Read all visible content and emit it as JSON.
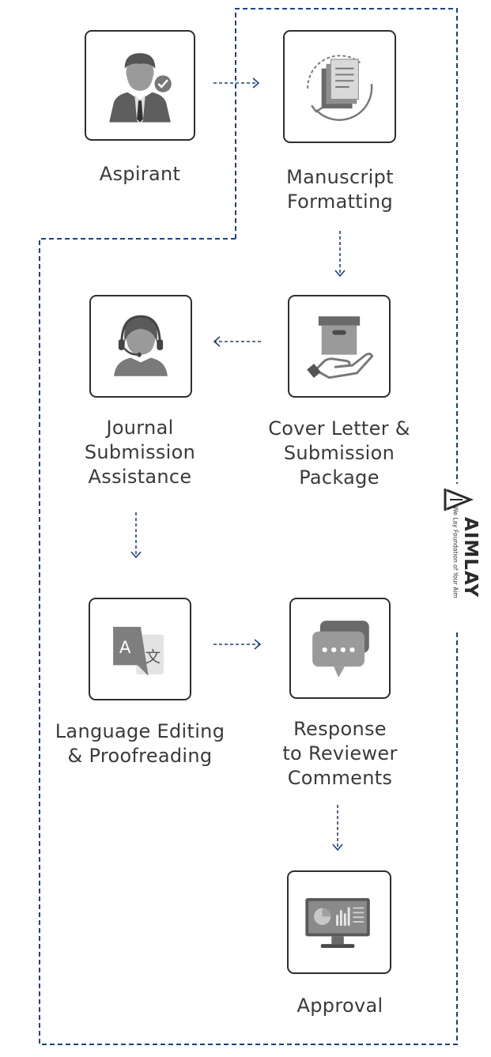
{
  "steps": {
    "aspirant": {
      "lines": [
        "Aspirant"
      ],
      "icon": "person-check-icon"
    },
    "manuscript_formatting": {
      "lines": [
        "Manuscript",
        "Formatting"
      ],
      "icon": "document-cycle-icon"
    },
    "cover_letter": {
      "lines": [
        "Cover Letter &",
        "Submission",
        "Package"
      ],
      "icon": "box-hand-icon"
    },
    "journal_submission": {
      "lines": [
        "Journal",
        "Submission",
        "Assistance"
      ],
      "icon": "headset-agent-icon"
    },
    "language_editing": {
      "lines": [
        "Language Editing",
        "& Proofreading"
      ],
      "icon": "translate-icon"
    },
    "response_reviewer": {
      "lines": [
        "Response",
        "to Reviewer",
        "Comments"
      ],
      "icon": "chat-bubbles-icon"
    },
    "approval": {
      "lines": [
        "Approval"
      ],
      "icon": "monitor-dashboard-icon"
    }
  },
  "logo": {
    "name": "AIMLAY",
    "tagline": "We Lay Foundation of Your Aim"
  },
  "colors": {
    "border_dash": "#1d3f8f",
    "arrow": "#1d3f8f",
    "icon_gray": "#8a8a8a",
    "text": "#3a3a3a"
  }
}
